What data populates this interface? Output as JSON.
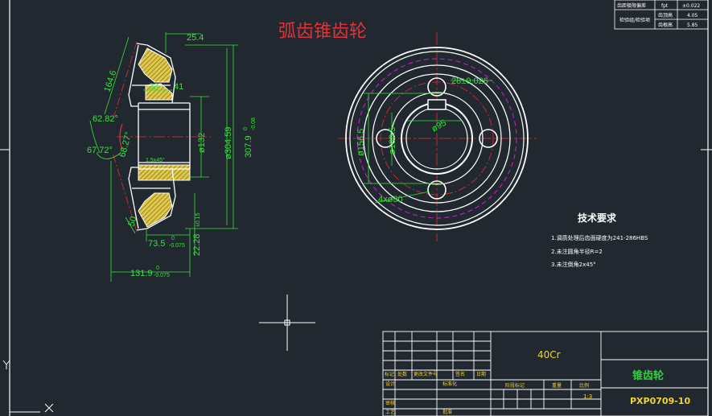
{
  "drawing": {
    "title": "弧齿锥齿轮",
    "colors": {
      "background": "#212830",
      "outline": "#ffffff",
      "dimension": "#37e23a",
      "center_line": "#e03030",
      "pitch_circle": "#d020d0",
      "hatch": "#c8b23a",
      "title_block_text": "#f2d335"
    }
  },
  "dimensions": {
    "d1": "25.4",
    "d2": "164.6",
    "d3": "33",
    "d4": "41",
    "d5": "62.82°",
    "d6": "67.72°",
    "d7": "68.27°",
    "d8": "ø132",
    "d9": "ø304.59",
    "d10": "307.9",
    "d10_tol": "-0.08",
    "d10_tol0": "0",
    "d11": "50",
    "d12": "73.5",
    "d12_tol": "-0.075",
    "d12_tol0": "0",
    "d13": "22.28",
    "d13_tol": "±0.15",
    "d14": "131.9",
    "d14_tol": "-0.075",
    "d14_tol0": "0",
    "d15": "28±0.026",
    "d16": "ø156.5",
    "d17": "ø95",
    "d18": "4xø30",
    "d19": "1.5x45°",
    "d20": "ø108.5"
  },
  "tech": {
    "heading": "技术要求",
    "items": [
      "1.调质处理后齿面硬度为241-286HBS",
      "2.未注圆角半径R=2",
      "3.未注倒角2x45°"
    ]
  },
  "topTable": {
    "r1c1": "齿距极限偏差",
    "r1c2": "fpt",
    "r1c3": "±0.022",
    "r2c1": "检验组/检验项",
    "r2c2": "齿顶高",
    "r2c3": "4.05",
    "r3c2": "齿根高",
    "r3c3": "5.85"
  },
  "titleBlock": {
    "material": "40Cr",
    "name": "锥齿轮",
    "number": "PXP0709-10",
    "scale": "1:3",
    "row_labels": [
      "标记",
      "处数",
      "更改文件号",
      "签名",
      "日期"
    ],
    "designer": "设计",
    "standard": "标准化",
    "review": "审核",
    "process": "工艺",
    "approve": "批准",
    "stage_mark": "阶段标记",
    "weight": "重量",
    "ratio": "比例"
  }
}
